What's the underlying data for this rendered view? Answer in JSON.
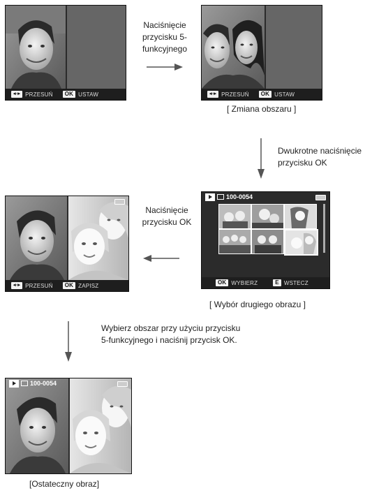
{
  "steps": {
    "step1_caption": "Naciśnięcie przycisku 5-funkcyjnego",
    "step2_caption": "Dwukrotne naciśnięcie przycisku OK",
    "step3_caption": "Naciśnięcie przycisku OK",
    "step4_caption": "Wybierz obszar przy użyciu przycisku 5-funkcyjnego i naciśnij przycisk OK."
  },
  "screen_labels": {
    "change_area": "[ Zmiana obszaru ]",
    "select_second": "[ Wybór drugiego obrazu ]",
    "final_image": "[Ostateczny obraz]"
  },
  "bars": {
    "move": "PRZESUŃ",
    "set": "USTAW",
    "save": "ZAPISZ",
    "select": "WYBIERZ",
    "back": "WSTECZ",
    "ok_key": "OK",
    "e_key": "E",
    "nav_key": "◂◦▸"
  },
  "file_number": "100-0054"
}
